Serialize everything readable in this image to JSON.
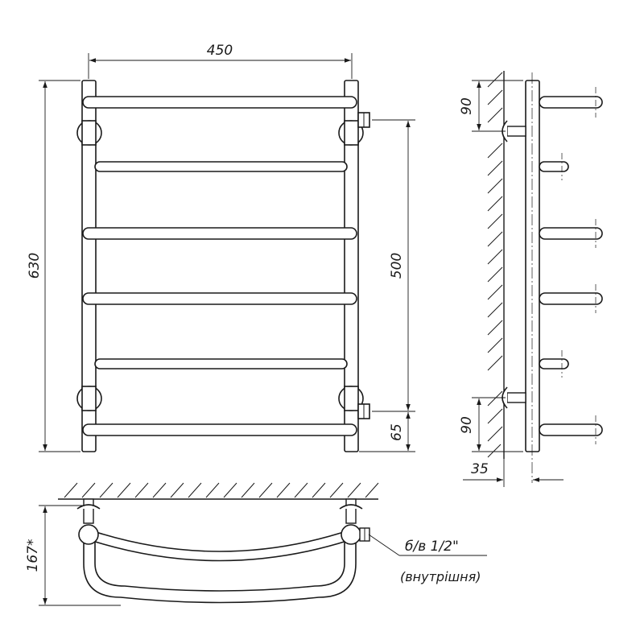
{
  "drawing": {
    "front_view": {
      "width_dim": "450",
      "height_dim": "630",
      "center_dim": "500",
      "bottom_dim": "65"
    },
    "side_view": {
      "top_offset_dim": "90",
      "bottom_offset_dim": "90",
      "wall_distance_dim": "35"
    },
    "top_view": {
      "depth_dim": "167*",
      "connection_label": "б/в 1/2\"",
      "connection_note": "(внутрішня)"
    }
  }
}
